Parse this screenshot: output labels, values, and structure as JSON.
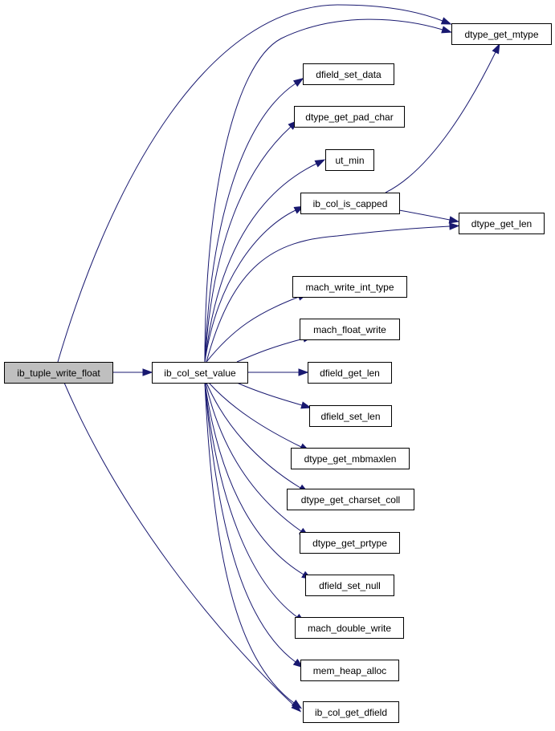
{
  "diagram": {
    "type": "call-graph",
    "colors": {
      "edge": "#191970",
      "root_fill": "#bfbfbf",
      "node_fill": "#ffffff",
      "node_stroke": "#000000"
    },
    "nodes": [
      {
        "id": "ib_tuple_write_float",
        "label": "ib_tuple_write_float",
        "root": true
      },
      {
        "id": "ib_col_set_value",
        "label": "ib_col_set_value"
      },
      {
        "id": "dtype_get_mtype",
        "label": "dtype_get_mtype"
      },
      {
        "id": "dfield_set_data",
        "label": "dfield_set_data"
      },
      {
        "id": "dtype_get_pad_char",
        "label": "dtype_get_pad_char"
      },
      {
        "id": "ut_min",
        "label": "ut_min"
      },
      {
        "id": "ib_col_is_capped",
        "label": "ib_col_is_capped"
      },
      {
        "id": "dtype_get_len",
        "label": "dtype_get_len"
      },
      {
        "id": "mach_write_int_type",
        "label": "mach_write_int_type"
      },
      {
        "id": "mach_float_write",
        "label": "mach_float_write"
      },
      {
        "id": "dfield_get_len",
        "label": "dfield_get_len"
      },
      {
        "id": "dfield_set_len",
        "label": "dfield_set_len"
      },
      {
        "id": "dtype_get_mbmaxlen",
        "label": "dtype_get_mbmaxlen"
      },
      {
        "id": "dtype_get_charset_coll",
        "label": "dtype_get_charset_coll"
      },
      {
        "id": "dtype_get_prtype",
        "label": "dtype_get_prtype"
      },
      {
        "id": "dfield_set_null",
        "label": "dfield_set_null"
      },
      {
        "id": "mach_double_write",
        "label": "mach_double_write"
      },
      {
        "id": "mem_heap_alloc",
        "label": "mem_heap_alloc"
      },
      {
        "id": "ib_col_get_dfield",
        "label": "ib_col_get_dfield"
      }
    ],
    "edges": [
      {
        "from": "ib_tuple_write_float",
        "to": "ib_col_set_value"
      },
      {
        "from": "ib_tuple_write_float",
        "to": "dtype_get_mtype"
      },
      {
        "from": "ib_tuple_write_float",
        "to": "ib_col_get_dfield"
      },
      {
        "from": "ib_col_set_value",
        "to": "dtype_get_mtype"
      },
      {
        "from": "ib_col_set_value",
        "to": "dfield_set_data"
      },
      {
        "from": "ib_col_set_value",
        "to": "dtype_get_pad_char"
      },
      {
        "from": "ib_col_set_value",
        "to": "ut_min"
      },
      {
        "from": "ib_col_set_value",
        "to": "ib_col_is_capped"
      },
      {
        "from": "ib_col_set_value",
        "to": "dtype_get_len"
      },
      {
        "from": "ib_col_set_value",
        "to": "mach_write_int_type"
      },
      {
        "from": "ib_col_set_value",
        "to": "mach_float_write"
      },
      {
        "from": "ib_col_set_value",
        "to": "dfield_get_len"
      },
      {
        "from": "ib_col_set_value",
        "to": "dfield_set_len"
      },
      {
        "from": "ib_col_set_value",
        "to": "dtype_get_mbmaxlen"
      },
      {
        "from": "ib_col_set_value",
        "to": "dtype_get_charset_coll"
      },
      {
        "from": "ib_col_set_value",
        "to": "dtype_get_prtype"
      },
      {
        "from": "ib_col_set_value",
        "to": "dfield_set_null"
      },
      {
        "from": "ib_col_set_value",
        "to": "mach_double_write"
      },
      {
        "from": "ib_col_set_value",
        "to": "mem_heap_alloc"
      },
      {
        "from": "ib_col_set_value",
        "to": "ib_col_get_dfield"
      },
      {
        "from": "ib_col_is_capped",
        "to": "dtype_get_mtype"
      },
      {
        "from": "ib_col_is_capped",
        "to": "dtype_get_len"
      }
    ]
  }
}
